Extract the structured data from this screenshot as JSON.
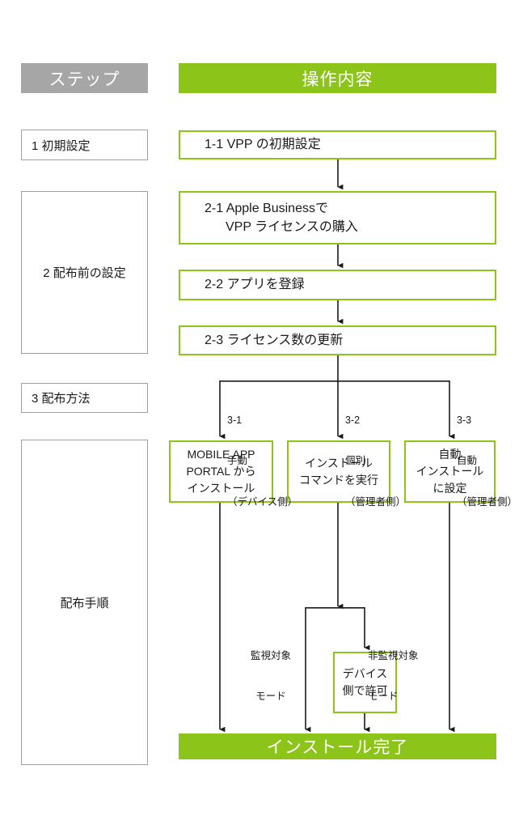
{
  "header": {
    "step_column": "ステップ",
    "operation_column": "操作内容"
  },
  "steps": [
    {
      "id": "step-1",
      "label": "1 初期設定"
    },
    {
      "id": "step-2",
      "label": "2 配布前の設定"
    },
    {
      "id": "step-3",
      "label": "3 配布方法"
    },
    {
      "id": "step-4",
      "label": "配布手順"
    }
  ],
  "nodes": {
    "n11": {
      "label": "1-1 VPP の初期設定"
    },
    "n21": {
      "line1": "2-1 Apple Businessで",
      "line2": "VPP ライセンスの購入"
    },
    "n22": {
      "label": "2-2 アプリを登録"
    },
    "n23": {
      "label": "2-3 ライセンス数の更新"
    },
    "n31": {
      "line1": "MOBILE APP",
      "line2": "PORTAL から",
      "line3": "インストール"
    },
    "n32": {
      "line1": "インストール",
      "line2": "コマンドを実行"
    },
    "n33": {
      "line1": "自動",
      "line2": "インストール",
      "line3": "に設定"
    },
    "ndev": {
      "line1": "デバイス",
      "line2": "側で許可"
    }
  },
  "branch_labels": {
    "b31": {
      "num": "3-1",
      "mode": "手動",
      "actor": "（デバイス側）"
    },
    "b32": {
      "num": "3-2",
      "mode": "個別",
      "actor": "（管理者側）"
    },
    "b33": {
      "num": "3-3",
      "mode": "自動",
      "actor": "（管理者側）"
    },
    "supervised": {
      "line1": "監視対象",
      "line2": "モード"
    },
    "unsupervised": {
      "line1": "非監視対象",
      "line2": "モード"
    }
  },
  "final": {
    "label": "インストール完了"
  },
  "colors": {
    "green": "#8cc41a",
    "grey_header": "#a6a6a6",
    "box_outline_grey": "#a0a0a0",
    "connector": "#1a1a1a",
    "text": "#1a1a1a",
    "background": "#ffffff"
  }
}
